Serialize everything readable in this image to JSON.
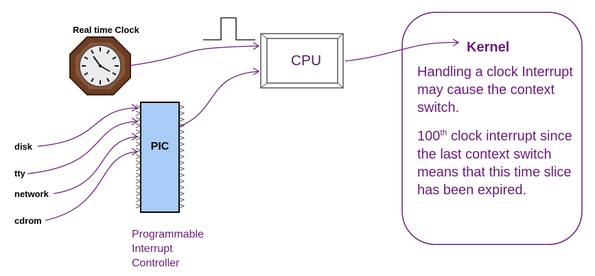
{
  "clock": {
    "label": "Real time Clock",
    "icon": "clock-icon"
  },
  "cpu": {
    "label": "CPU"
  },
  "pic": {
    "label": "PIC",
    "caption": [
      "Programmable",
      "Interrupt",
      "Controller"
    ],
    "fill_color": "#a9cdf7"
  },
  "devices": [
    "disk",
    "tty",
    "network",
    "cdrom"
  ],
  "kernel": {
    "title": "Kernel",
    "paragraph1": "Handling a clock Interrupt may cause the context switch.",
    "paragraph2_prefix": "100",
    "paragraph2_sup": "th",
    "paragraph2_rest": " clock interrupt since the last context switch means that this time slice has been expired."
  },
  "colors": {
    "accent": "#6a1a7a",
    "line": "#6a1a7a"
  }
}
